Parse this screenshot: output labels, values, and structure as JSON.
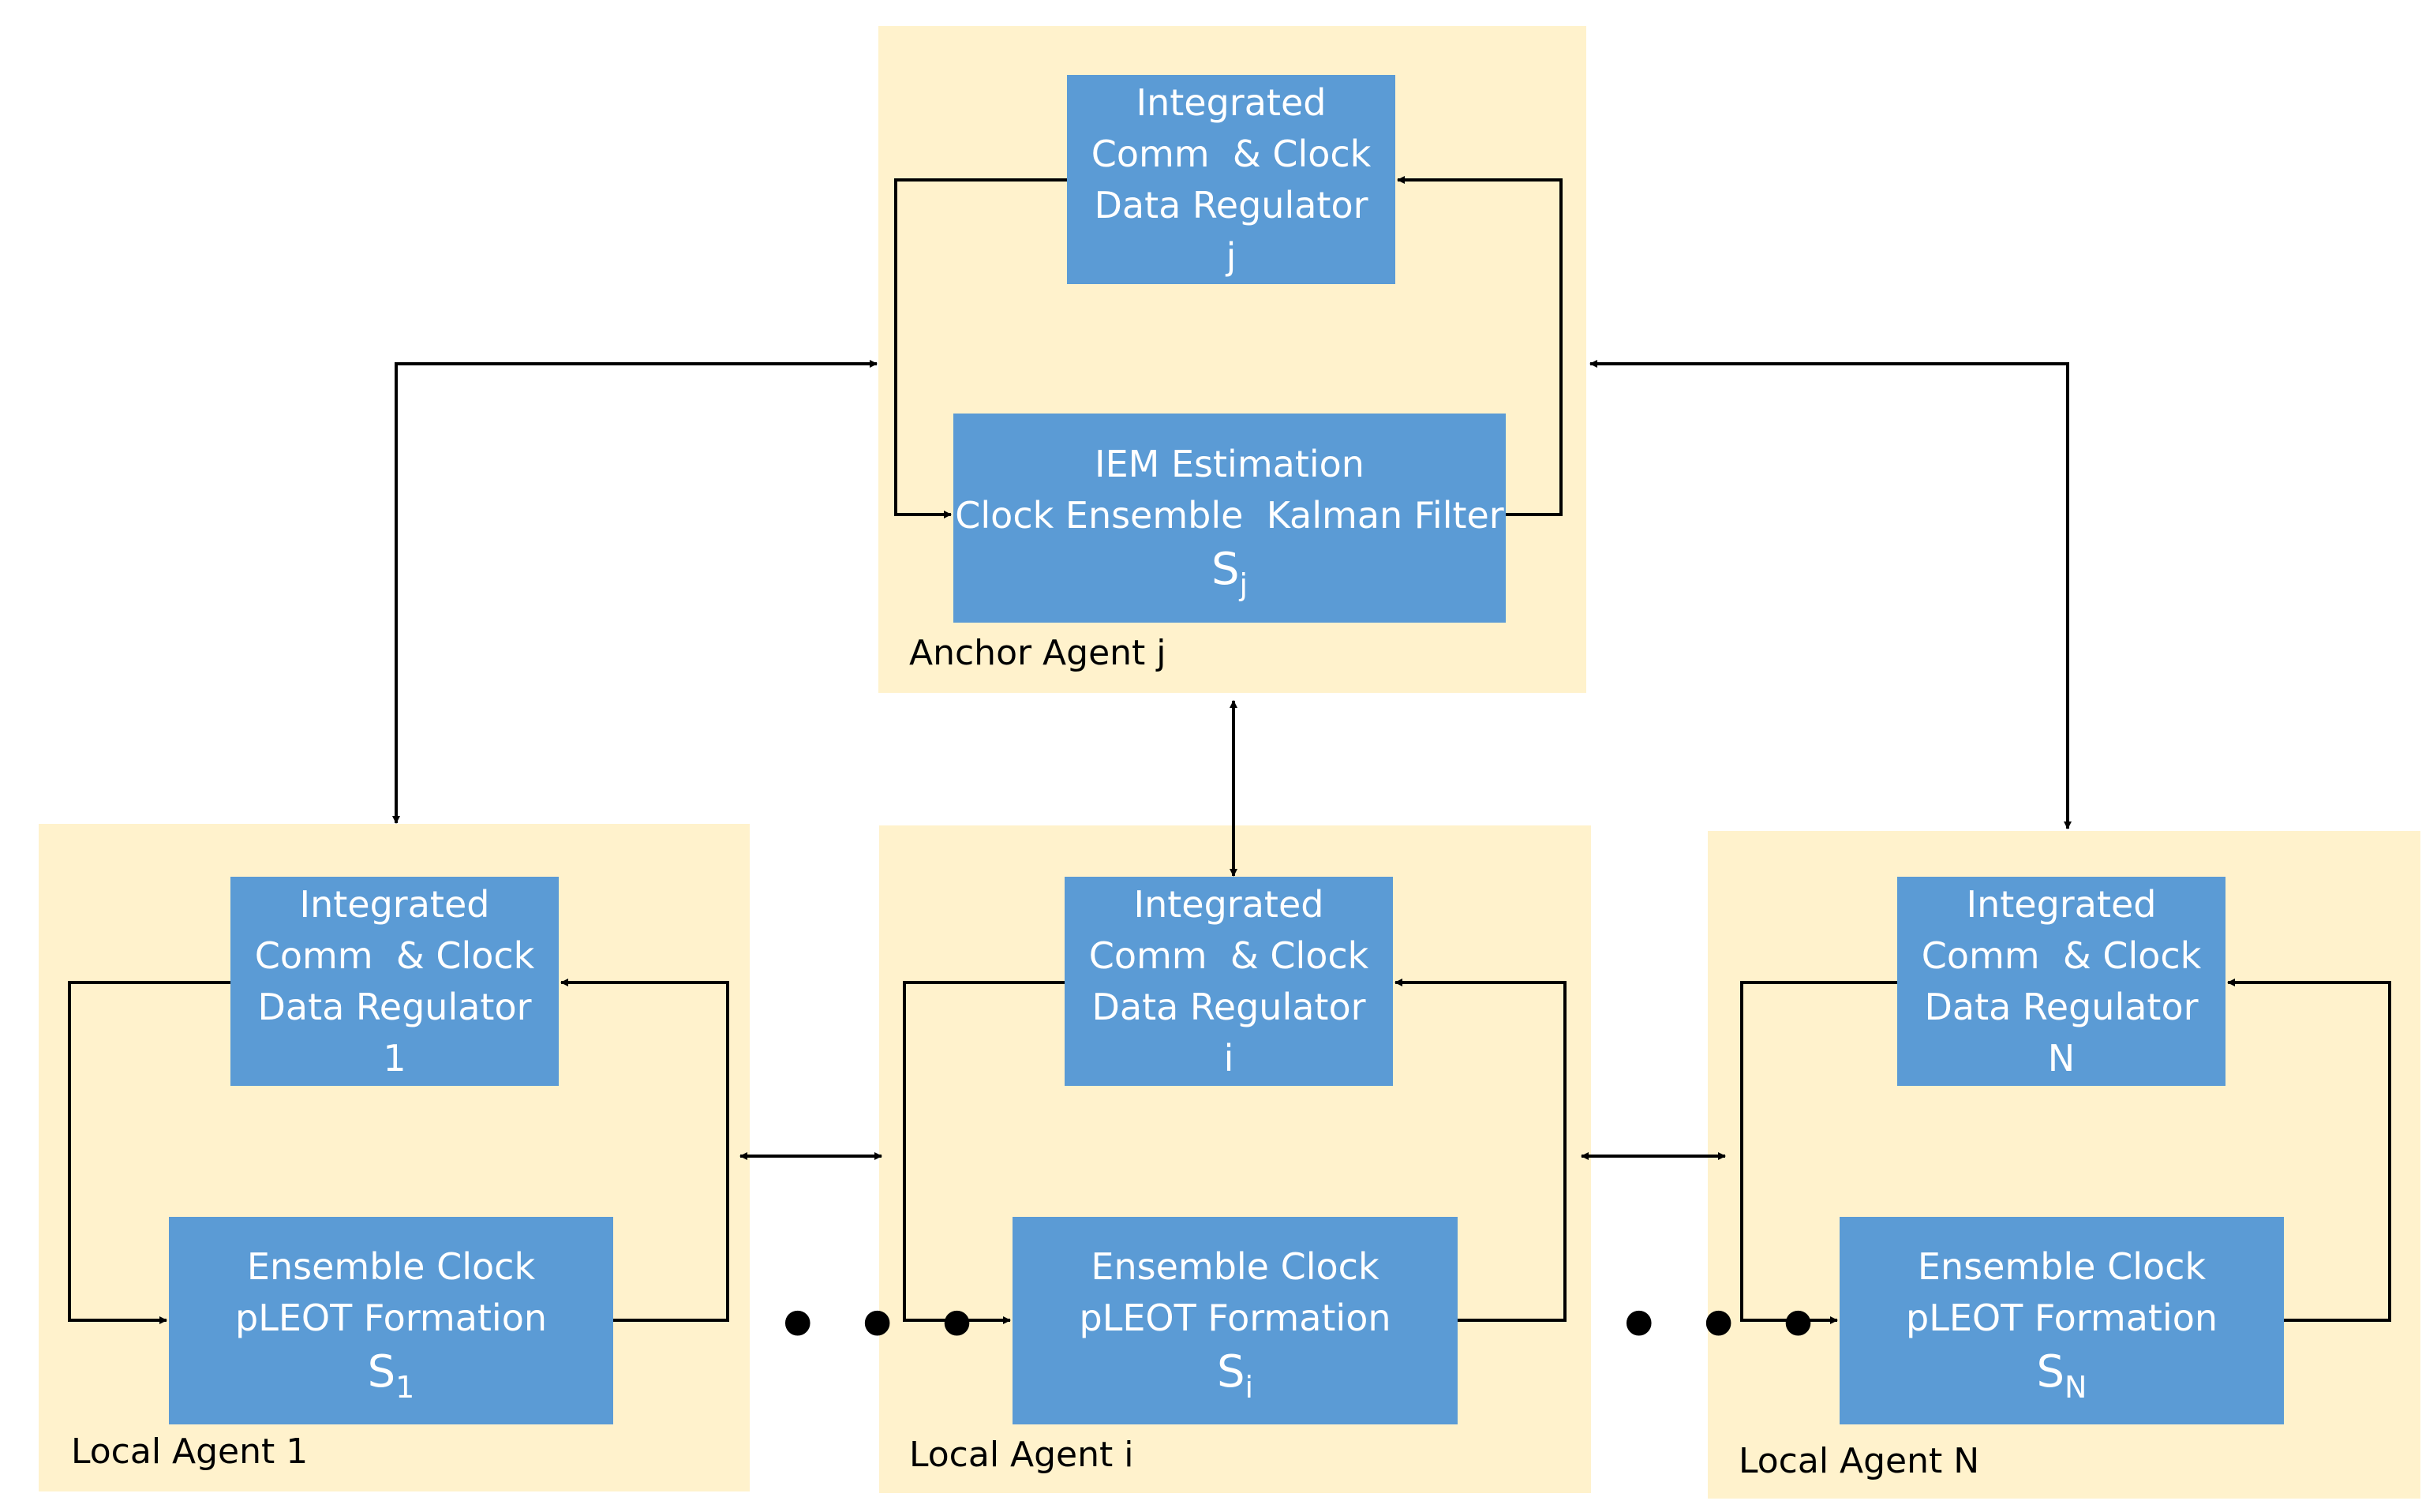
{
  "anchor": {
    "label": "Anchor Agent j",
    "regulator": {
      "line1": "Integrated",
      "line2": "Comm  & Clock",
      "line3": "Data Regulator",
      "line4": "j"
    },
    "filter": {
      "line1": "IEM Estimation",
      "line2": "Clock Ensemble  Kalman Filter",
      "sym": "S",
      "sub": "j"
    }
  },
  "local_agents": [
    {
      "label": "Local Agent 1",
      "regulator": {
        "line1": "Integrated",
        "line2": "Comm  & Clock",
        "line3": "Data Regulator",
        "line4": "1"
      },
      "formation": {
        "line1": "Ensemble Clock",
        "line2": "pLEOT Formation",
        "sym": "S",
        "sub": "1"
      }
    },
    {
      "label": "Local Agent i",
      "regulator": {
        "line1": "Integrated",
        "line2": "Comm  & Clock",
        "line3": "Data Regulator",
        "line4": "i"
      },
      "formation": {
        "line1": "Ensemble Clock",
        "line2": "pLEOT Formation",
        "sym": "S",
        "sub": "i"
      }
    },
    {
      "label": "Local Agent N",
      "regulator": {
        "line1": "Integrated",
        "line2": "Comm  & Clock",
        "line3": "Data Regulator",
        "line4": "N"
      },
      "formation": {
        "line1": "Ensemble Clock",
        "line2": "pLEOT Formation",
        "sym": "S",
        "sub": "N"
      }
    }
  ],
  "ellipsis": [
    "• • •",
    "• • •"
  ],
  "colors": {
    "panel": "#fff2cc",
    "box": "#5b9bd5",
    "box_text": "#ffffff",
    "line": "#000000"
  }
}
